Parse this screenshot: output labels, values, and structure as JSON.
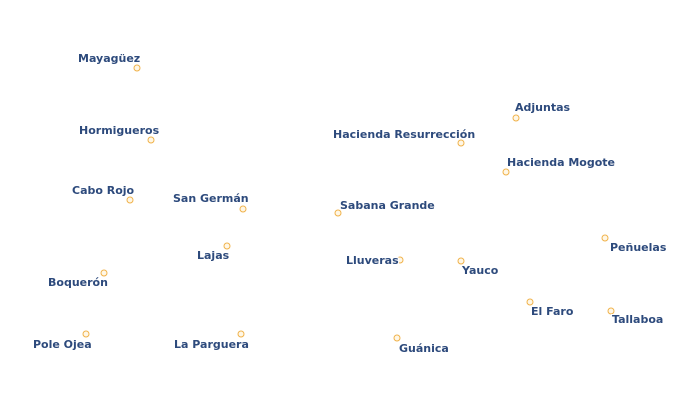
{
  "map": {
    "label_color": "#2d4a7c",
    "marker_color": "#f0b24a",
    "places": [
      {
        "id": "mayaguez",
        "name": "Mayagüez"
      },
      {
        "id": "hormigueros",
        "name": "Hormigueros"
      },
      {
        "id": "cabo-rojo",
        "name": "Cabo Rojo"
      },
      {
        "id": "san-german",
        "name": "San Germán"
      },
      {
        "id": "lajas",
        "name": "Lajas"
      },
      {
        "id": "boqueron",
        "name": "Boquerón"
      },
      {
        "id": "pole-ojea",
        "name": "Pole Ojea"
      },
      {
        "id": "la-parguera",
        "name": "La Parguera"
      },
      {
        "id": "hacienda-resurreccion",
        "name": "Hacienda Resurrección"
      },
      {
        "id": "sabana-grande",
        "name": "Sabana Grande"
      },
      {
        "id": "lluveras",
        "name": "Lluveras"
      },
      {
        "id": "guanica",
        "name": "Guánica"
      },
      {
        "id": "adjuntas",
        "name": "Adjuntas"
      },
      {
        "id": "hacienda-mogote",
        "name": "Hacienda Mogote"
      },
      {
        "id": "yauco",
        "name": "Yauco"
      },
      {
        "id": "el-faro",
        "name": "El Faro"
      },
      {
        "id": "penuelas",
        "name": "Peñuelas"
      },
      {
        "id": "tallaboa",
        "name": "Tallaboa"
      }
    ]
  }
}
